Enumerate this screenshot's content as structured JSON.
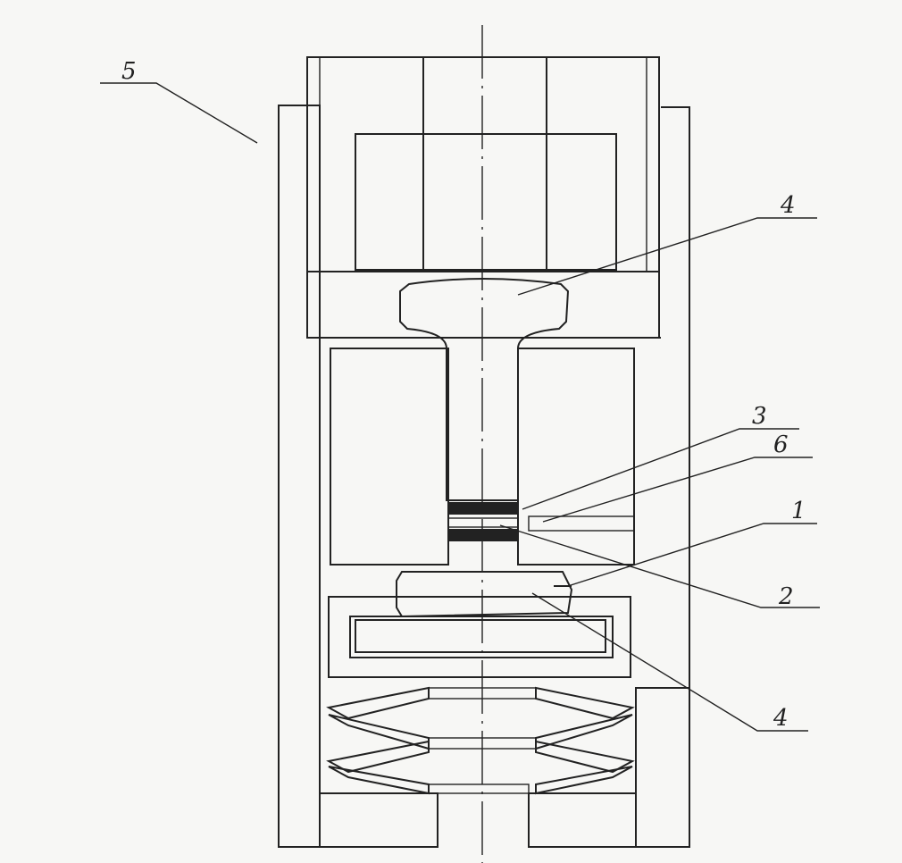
{
  "labels": {
    "l5": "5",
    "l4_top": "4",
    "l3": "3",
    "l6": "6",
    "l1": "1",
    "l2": "2",
    "l4_bottom": "4"
  },
  "colors": {
    "ink": "#222222",
    "paper": "#f7f7f5"
  }
}
